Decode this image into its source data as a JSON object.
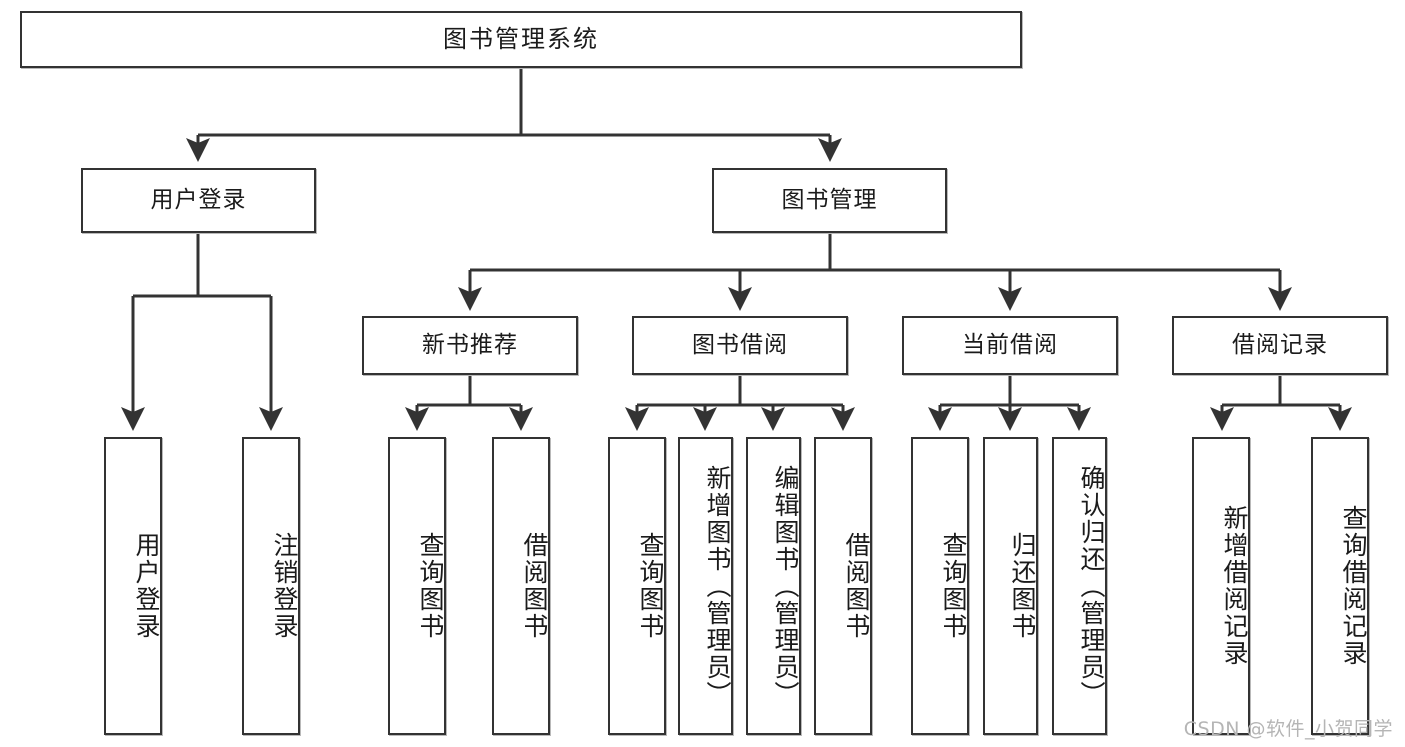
{
  "diagram": {
    "title": "图书管理系统",
    "type": "功能结构图",
    "colors": {
      "box_border": "#333333",
      "box_fill": "#ffffff",
      "line": "#333333",
      "text": "#1b1b1b",
      "watermark": "#b5b5b5"
    },
    "root": {
      "label": "图书管理系统",
      "id": "root"
    },
    "level1": [
      {
        "id": "user-login",
        "label": "用户登录"
      },
      {
        "id": "book-manage",
        "label": "图书管理"
      }
    ],
    "level2": [
      {
        "id": "new-book-rec",
        "label": "新书推荐",
        "parent": "book-manage"
      },
      {
        "id": "book-borrow",
        "label": "图书借阅",
        "parent": "book-manage"
      },
      {
        "id": "current-borrow",
        "label": "当前借阅",
        "parent": "book-manage"
      },
      {
        "id": "borrow-record",
        "label": "借阅记录",
        "parent": "book-manage"
      }
    ],
    "leaves": {
      "user-login": [
        {
          "id": "leaf-user-login",
          "label": "用户登录"
        },
        {
          "id": "leaf-logout",
          "label": "注销登录"
        }
      ],
      "new-book-rec": [
        {
          "id": "leaf-query-book-1",
          "label": "查询图书"
        },
        {
          "id": "leaf-borrow-book-1",
          "label": "借阅图书"
        }
      ],
      "book-borrow": [
        {
          "id": "leaf-query-book-2",
          "label": "查询图书"
        },
        {
          "id": "leaf-add-book",
          "label": "新增图书（管理员）"
        },
        {
          "id": "leaf-edit-book",
          "label": "编辑图书（管理员）"
        },
        {
          "id": "leaf-borrow-book-2",
          "label": "借阅图书"
        }
      ],
      "current-borrow": [
        {
          "id": "leaf-query-book-3",
          "label": "查询图书"
        },
        {
          "id": "leaf-return-book",
          "label": "归还图书"
        },
        {
          "id": "leaf-confirm-return",
          "label": "确认归还（管理员）"
        }
      ],
      "borrow-record": [
        {
          "id": "leaf-add-record",
          "label": "新增借阅记录"
        },
        {
          "id": "leaf-query-record",
          "label": "查询借阅记录"
        }
      ]
    },
    "watermark": "CSDN @软件_小贺同学"
  }
}
